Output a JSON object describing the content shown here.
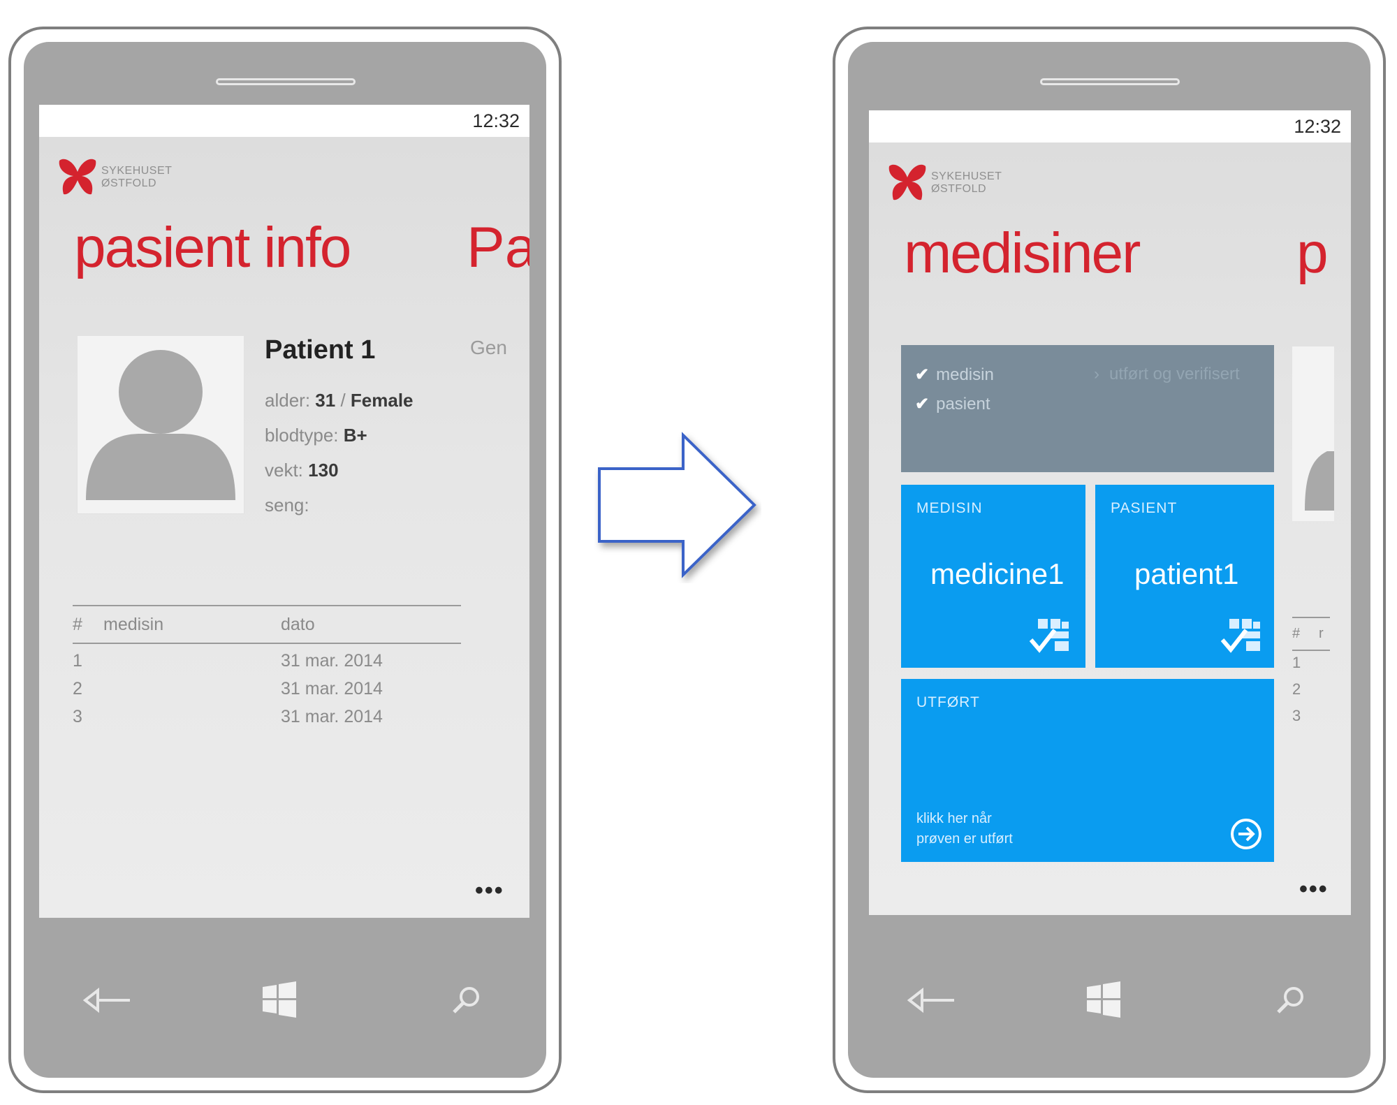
{
  "left_phone": {
    "status": {
      "time": "12:32"
    },
    "logo": {
      "line1": "SYKEHUSET",
      "line2": "ØSTFOLD"
    },
    "page_title": "pasient info",
    "next_page_title": "Pa",
    "patient": {
      "name": "Patient 1",
      "age_label": "alder:",
      "age": "31",
      "separator": "/",
      "gender": "Female",
      "blood_label": "blodtype:",
      "blood": "B+",
      "weight_label": "vekt:",
      "weight": "130",
      "bed_label": "seng:"
    },
    "side_label": "Gen",
    "table": {
      "headers": [
        "#",
        "medisin",
        "dato"
      ],
      "rows": [
        {
          "num": "1",
          "medisin": "",
          "dato": "31 mar. 2014"
        },
        {
          "num": "2",
          "medisin": "",
          "dato": "31 mar. 2014"
        },
        {
          "num": "3",
          "medisin": "",
          "dato": "31 mar. 2014"
        }
      ]
    },
    "more": "•••",
    "nav": [
      "back-icon",
      "windows-icon",
      "search-icon"
    ]
  },
  "right_phone": {
    "status": {
      "time": "12:32"
    },
    "logo": {
      "line1": "SYKEHUSET",
      "line2": "ØSTFOLD"
    },
    "page_title": "medisiner",
    "next_page_title": "p",
    "checklist": {
      "items": [
        "medisin",
        "pasient"
      ],
      "right_text": "utført og verifisert"
    },
    "tile_medisin": {
      "caption": "MEDISIN",
      "value": "medicine1"
    },
    "tile_pasient": {
      "caption": "PASIENT",
      "value": "patient1"
    },
    "tile_utfort": {
      "caption": "UTFØRT",
      "footer_line1": "klikk her når",
      "footer_line2": "prøven er utført"
    },
    "side_table": {
      "headers": [
        "#",
        "r"
      ],
      "rows": [
        "1",
        "2",
        "3"
      ]
    },
    "more": "•••",
    "nav": [
      "back-icon",
      "windows-icon",
      "search-icon"
    ]
  },
  "colors": {
    "accent_red": "#d4232e",
    "tile_blue": "#0a9cf0",
    "tile_gray": "#7a8c9a",
    "arrow_blue": "#3b64c8"
  }
}
